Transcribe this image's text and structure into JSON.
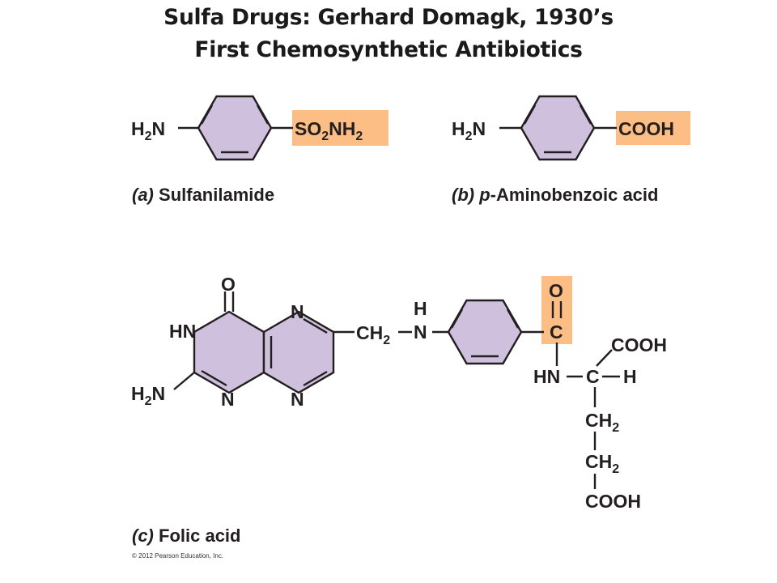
{
  "slide": {
    "title_line1": "Sulfa Drugs:  Gerhard Domagk, 1930’s",
    "title_line2": "First Chemosynthetic Antibiotics"
  },
  "colors": {
    "ring_fill": "#cfc0dd",
    "highlight": "#fcbe84",
    "ink": "#231f20"
  },
  "sulfanilamide": {
    "amine_h": "H",
    "amine_sub": "2",
    "amine_n": "N",
    "group_so": "SO",
    "group_sub1": "2",
    "group_nh": "NH",
    "group_sub2": "2",
    "caption_letter": "(a)",
    "caption_name": "Sulfanilamide"
  },
  "paba": {
    "amine_h": "H",
    "amine_sub": "2",
    "amine_n": "N",
    "group": "COOH",
    "caption_letter": "(b)",
    "caption_prefix": "p",
    "caption_rest": "-Aminobenzoic acid"
  },
  "folic": {
    "o_top": "O",
    "hn": "HN",
    "n1": "N",
    "n2": "N",
    "n3": "N",
    "amine_h": "H",
    "amine_sub": "2",
    "amine_n": "N",
    "ch2_main": "CH",
    "ch2_sub": "2",
    "nh_h": "H",
    "nh_n": "N",
    "carbonyl_o": "O",
    "carbonyl_c": "C",
    "hn_low": "HN",
    "c_center": "C",
    "h_right": "H",
    "cooh_top": "COOH",
    "ch2a": "CH",
    "ch2a_sub": "2",
    "ch2b": "CH",
    "ch2b_sub": "2",
    "cooh_bottom": "COOH",
    "caption_letter": "(c)",
    "caption_name": "Folic acid"
  },
  "copyright": "© 2012 Pearson Education, Inc."
}
